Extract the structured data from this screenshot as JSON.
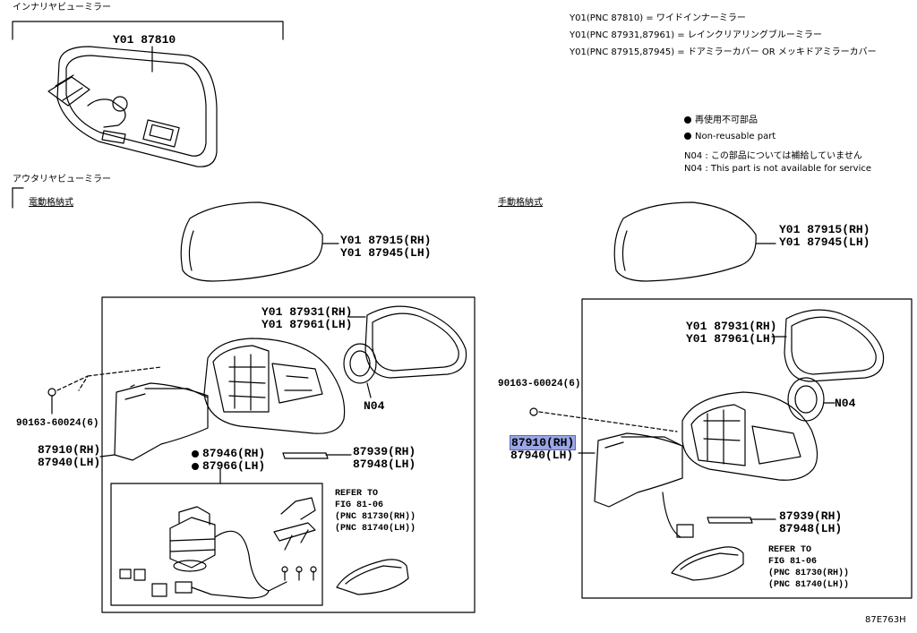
{
  "inner_mirror": {
    "section_title": "インナリヤビューミラー",
    "part": "Y01 87810"
  },
  "legend": {
    "lines": [
      "Y01(PNC 87810) = ワイドインナーミラー",
      "Y01(PNC 87931,87961) = レインクリアリングブルーミラー",
      "Y01(PNC 87915,87945) = ドアミラーカバー OR メッキドアミラーカバー"
    ],
    "non_reusable_jp": "再使用不可部品",
    "non_reusable_en": "Non-reusable part",
    "n04_jp": "N04 :  この部品については補給していません",
    "n04_en": "N04 :  This part is not available for service"
  },
  "outer_mirror": {
    "section_title": "アウタリヤビューミラー",
    "electric": {
      "title": "電動格納式",
      "cover_rh": "Y01 87915(RH)",
      "cover_lh": "Y01 87945(LH)",
      "glass_rh": "Y01 87931(RH)",
      "glass_lh": "Y01 87961(LH)",
      "n04": "N04",
      "screw": "90163-60024(6)",
      "assy_rh": "87910(RH)",
      "assy_lh": "87940(LH)",
      "motor_rh": "87946(RH)",
      "motor_lh": "87966(LH)",
      "trim_rh": "87939(RH)",
      "trim_lh": "87948(LH)",
      "refer_1": "REFER TO",
      "refer_2": "FIG 81-06",
      "refer_3": "(PNC 81730(RH))",
      "refer_4": "(PNC 81740(LH))"
    },
    "manual": {
      "title": "手動格納式",
      "cover_rh": "Y01 87915(RH)",
      "cover_lh": "Y01 87945(LH)",
      "glass_rh": "Y01 87931(RH)",
      "glass_lh": "Y01 87961(LH)",
      "n04": "N04",
      "screw": "90163-60024(6)",
      "assy_rh": "87910(RH)",
      "assy_lh": "87940(LH)",
      "trim_rh": "87939(RH)",
      "trim_lh": "87948(LH)",
      "refer_1": "REFER TO",
      "refer_2": "FIG 81-06",
      "refer_3": "(PNC 81730(RH))",
      "refer_4": "(PNC 81740(LH))"
    }
  },
  "figure_id": "87E763H",
  "colors": {
    "highlight": "#9aa6e6",
    "ink": "#000000"
  }
}
